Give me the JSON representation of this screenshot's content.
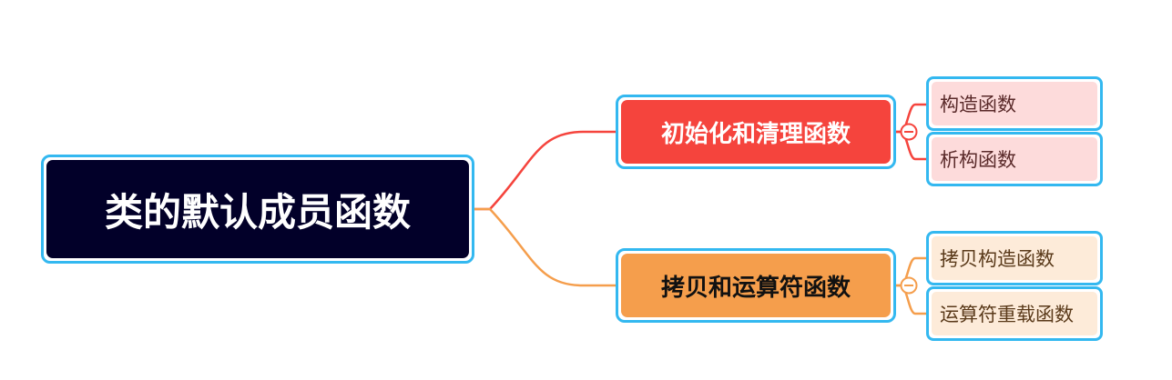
{
  "root": {
    "title": "类的默认成员函数"
  },
  "branches": [
    {
      "label": "初始化和清理函数",
      "color": "#f5443d",
      "children": [
        {
          "label": "构造函数"
        },
        {
          "label": "析构函数"
        }
      ]
    },
    {
      "label": "拷贝和运算符函数",
      "color": "#f59e4c",
      "children": [
        {
          "label": "拷贝构造函数"
        },
        {
          "label": "运算符重载函数"
        }
      ]
    }
  ],
  "colors": {
    "node_border": "#33b8f0",
    "root_fill": "#020029",
    "branch_red": "#f5443d",
    "branch_orange": "#f59e4c",
    "leaf_red_fill": "#fddbdb",
    "leaf_orange_fill": "#fdebd9"
  },
  "icons": {
    "collapse": "minus-circle-icon"
  }
}
